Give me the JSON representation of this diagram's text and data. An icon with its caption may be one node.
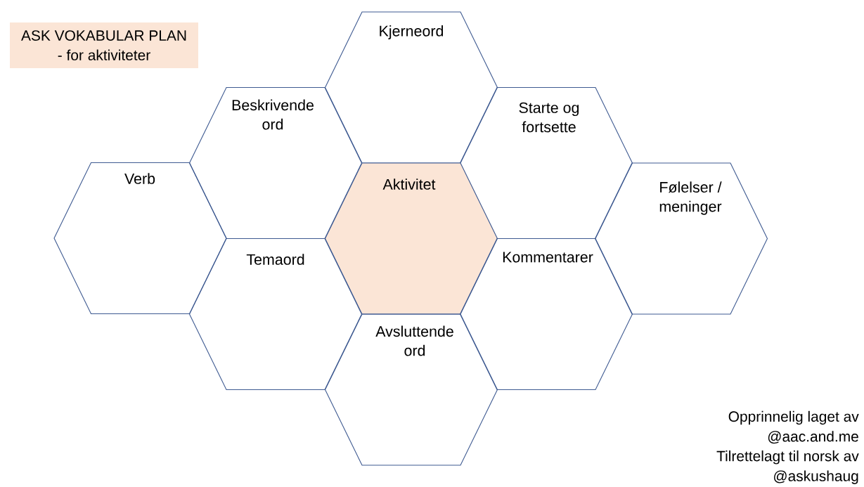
{
  "diagram": {
    "title": "ASK VOKABULAR PLAN - for aktiviteter",
    "nodes": [
      {
        "text": [
          "Kjerneord"
        ]
      },
      {
        "text": [
          "Beskrivende ord"
        ]
      },
      {
        "text": [
          "Starte og fortsette"
        ]
      },
      {
        "text": [
          "Verb"
        ]
      },
      {
        "text": [
          "Aktivitet"
        ]
      },
      {
        "text": [
          "Følelser / meninger"
        ]
      },
      {
        "text": [
          "Temaord"
        ]
      },
      {
        "text": [
          "Kommentarer"
        ]
      },
      {
        "text": [
          "Avsluttende ord"
        ]
      }
    ],
    "labels": [
      "Opprinnelig laget av @aac.and.me",
      "Tilrettelagt til norsk av @askushaug"
    ]
  }
}
